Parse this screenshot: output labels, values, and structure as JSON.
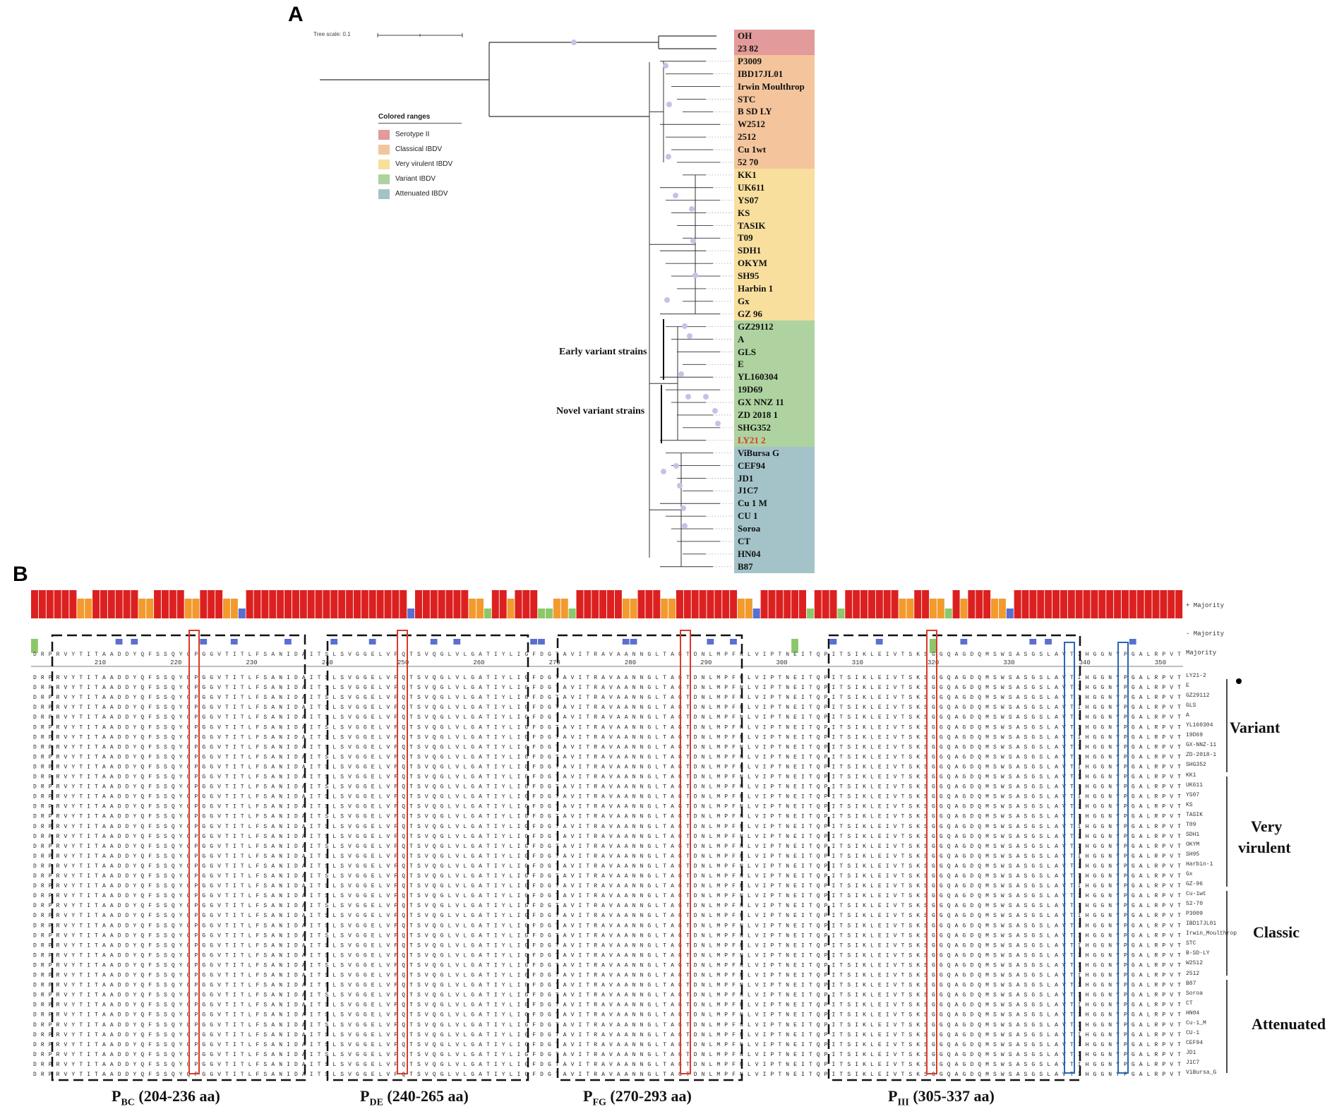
{
  "panel_a_letter": "A",
  "panel_b_letter": "B",
  "tree_scale_label": "Tree scale: 0.1",
  "legend": {
    "title": "Colored ranges",
    "items": [
      {
        "label": "Serotype II",
        "color": "#e39a9a"
      },
      {
        "label": "Classical IBDV",
        "color": "#f4c59c"
      },
      {
        "label": "Very virulent IBDV",
        "color": "#f8df9d"
      },
      {
        "label": "Variant IBDV",
        "color": "#aed3a0"
      },
      {
        "label": "Attenuated IBDV",
        "color": "#a3c3c8"
      }
    ]
  },
  "tree_groups": [
    {
      "color": "#e39a9a",
      "strains": [
        "OH",
        "23 82"
      ]
    },
    {
      "color": "#f4c59c",
      "strains": [
        "P3009",
        "IBD17JL01",
        "Irwin Moulthrop",
        "STC",
        "B SD LY",
        "W2512",
        "2512",
        "Cu 1wt",
        "52 70"
      ]
    },
    {
      "color": "#f8df9d",
      "strains": [
        "KK1",
        "UK611",
        "YS07",
        "KS",
        "TASIK",
        "T09",
        "SDH1",
        "OKYM",
        "SH95",
        "Harbin 1",
        "Gx",
        "GZ 96"
      ]
    },
    {
      "color": "#aed3a0",
      "strains": [
        "GZ29112",
        "A",
        "GLS",
        "E",
        "YL160304",
        "19D69",
        "GX NNZ 11",
        "ZD 2018 1",
        "SHG352",
        "LY21 2"
      ]
    },
    {
      "color": "#a3c3c8",
      "strains": [
        "ViBursa G",
        "CEF94",
        "JD1",
        "J1C7",
        "Cu 1 M",
        "CU 1",
        "Soroa",
        "CT",
        "HN04",
        "B87"
      ]
    }
  ],
  "highlight_strain": "LY21 2",
  "bracket_labels": {
    "early": "Early variant strains",
    "novel": "Novel variant strains"
  },
  "alignment": {
    "plus_majority": "+ Majority",
    "minus_majority": "- Majority",
    "majority": "Majority",
    "position_ticks": [
      "210",
      "220",
      "230",
      "240",
      "250",
      "260",
      "270",
      "280",
      "290",
      "300",
      "310",
      "320",
      "330",
      "340",
      "350"
    ],
    "sequence_names": [
      "LY21-2",
      "E",
      "GZ29112",
      "GLS",
      "A",
      "YL160304",
      "19D69",
      "GX-NNZ-11",
      "ZD-2018-1",
      "SHG352",
      "KK1",
      "UK611",
      "YS07",
      "KS",
      "TASIK",
      "T09",
      "SDH1",
      "OKYM",
      "SH95",
      "Harbin-1",
      "Gx",
      "GZ-96",
      "Cu-1wt",
      "52-70",
      "P3009",
      "IBD17JL01",
      "Irwin_Moulthrop",
      "STC",
      "B-SD-LY",
      "W2512",
      "2512",
      "B87",
      "Soroa",
      "CT",
      "HN04",
      "Cu-1_M",
      "CU-1",
      "CEF94",
      "JD1",
      "J1C7",
      "ViBursa_G"
    ],
    "majority_sequence": "DRPRVYTITAADDYQFSSQYQPGGVTITLFSANIDAITSLSVGGELVFQTSVQGLVLGATIYLIGFDGTAVITRAVAANNGLTAGTDNLMPFNLVIPTNEITQPITSIKLEIVTSKSGGQAGDQMSWSASGSLAVTIHGGNYPGALRPVT",
    "groups": [
      "Variant",
      "Very virulent",
      "Classic",
      "Attenuated"
    ],
    "regions": [
      {
        "main": "P",
        "sub": "BC",
        "range": " (204-236 aa)"
      },
      {
        "main": "P",
        "sub": "DE",
        "range": " (240-265 aa)"
      },
      {
        "main": "P",
        "sub": "FG",
        "range": " (270-293 aa)"
      },
      {
        "main": "P",
        "sub": "III",
        "range": " (305-337 aa)"
      }
    ]
  },
  "colors": {
    "bar_red": "#dc2020",
    "bar_orange": "#f29a2e",
    "bar_blue": "#5a6fd0",
    "bar_green": "#8cc86a",
    "box_red": "#d93a2b",
    "box_blue": "#2a66b0",
    "node": "#c6c2e6"
  }
}
